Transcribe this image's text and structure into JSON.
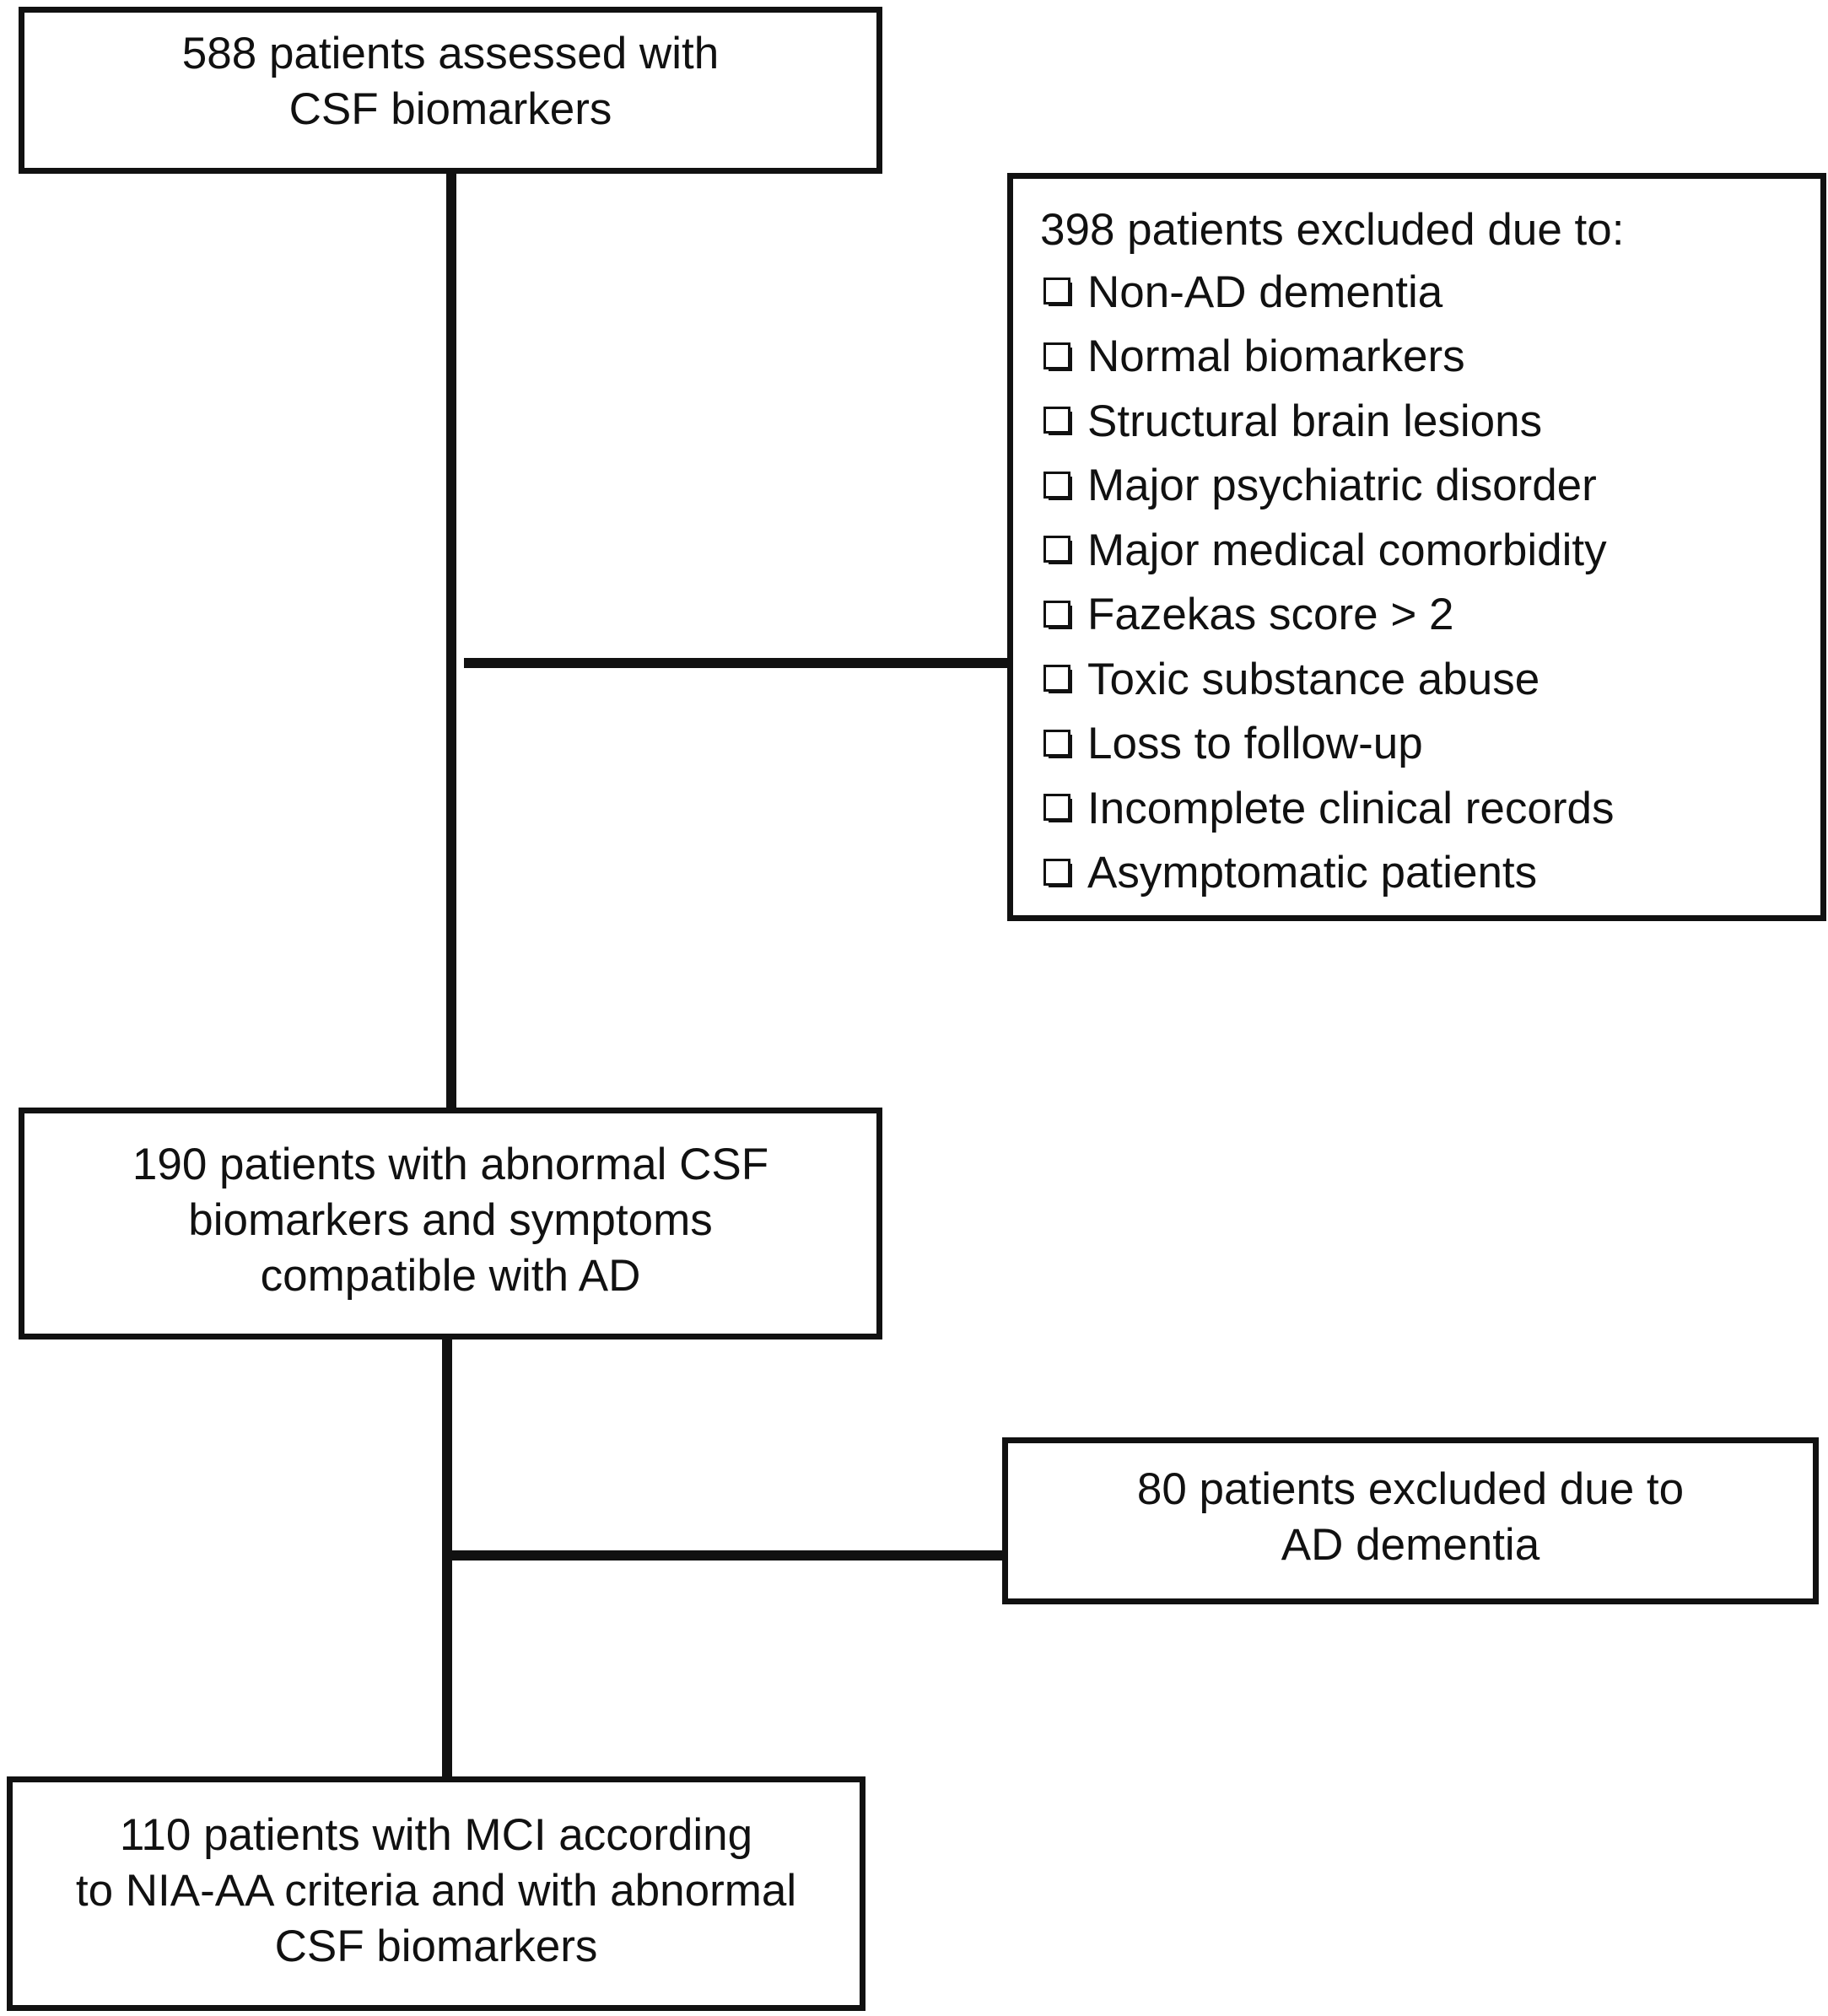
{
  "diagram": {
    "nodes": {
      "assessed": {
        "lines": [
          "588 patients assessed with",
          "CSF biomarkers"
        ]
      },
      "excluded_first": {
        "title": "398 patients excluded due to:",
        "reasons": [
          "Non-AD dementia",
          "Normal biomarkers",
          "Structural brain lesions",
          "Major psychiatric disorder",
          "Major medical comorbidity",
          "Fazekas score > 2",
          "Toxic substance abuse",
          "Loss to follow-up",
          "Incomplete clinical records",
          "Asymptomatic patients"
        ]
      },
      "abnormal": {
        "lines": [
          "190 patients with abnormal CSF",
          "biomarkers and symptoms",
          "compatible with AD"
        ]
      },
      "excluded_second": {
        "lines": [
          "80 patients excluded due to",
          "AD dementia"
        ]
      },
      "mci": {
        "lines": [
          "110 patients with MCI according",
          "to NIA-AA criteria and with abnormal",
          "CSF biomarkers"
        ]
      }
    },
    "edges": [
      {
        "from": "assessed",
        "to": "abnormal"
      },
      {
        "from": "assessed",
        "to": "excluded_first"
      },
      {
        "from": "abnormal",
        "to": "mci"
      },
      {
        "from": "abnormal",
        "to": "excluded_second"
      }
    ]
  }
}
